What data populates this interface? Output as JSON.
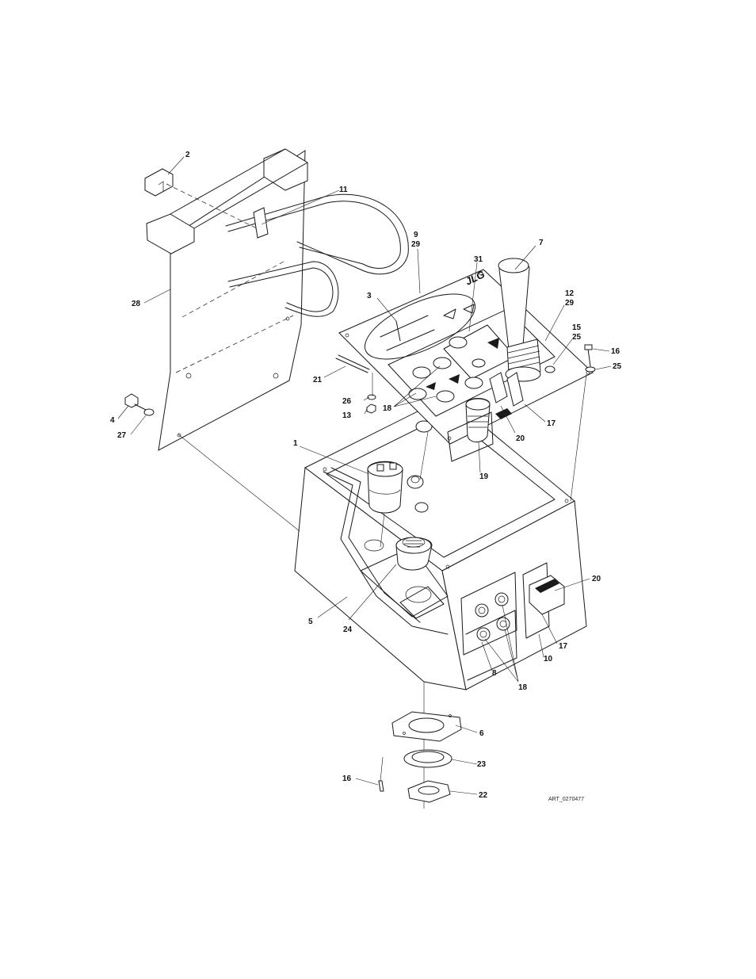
{
  "figure": {
    "art_id": "ART_0270477",
    "logo": "JLG",
    "callouts": [
      "2",
      "11",
      "9",
      "29",
      "31",
      "7",
      "3",
      "12",
      "29",
      "15",
      "25",
      "16",
      "25",
      "28",
      "21",
      "26",
      "13",
      "18",
      "20",
      "17",
      "4",
      "27",
      "1",
      "19",
      "20",
      "5",
      "24",
      "17",
      "10",
      "8",
      "18",
      "6",
      "23",
      "16",
      "22"
    ]
  },
  "colors": {
    "line": "#1a1a1a",
    "background": "#ffffff"
  }
}
